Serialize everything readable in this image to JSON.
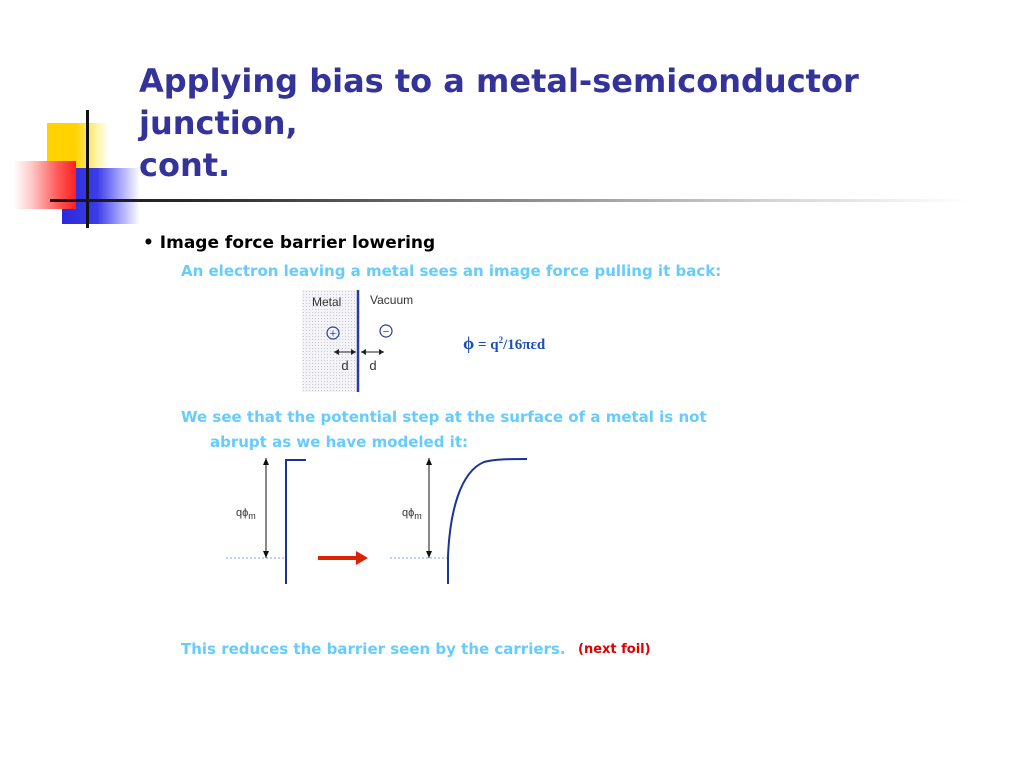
{
  "slide": {
    "title_line1": "Applying bias to a metal-semiconductor junction,",
    "title_line2": "cont.",
    "bullet_marker": "•",
    "bullet_text": "Image force barrier lowering",
    "line1": "An electron leaving a metal sees an image force pulling it back:",
    "line2a": "We see that the potential step at the surface of a metal is not",
    "line2b": "abrupt as we have modeled it:",
    "line3": "This reduces the barrier seen by the carriers.",
    "next_foil": "(next foil)"
  },
  "figure1": {
    "metal_label": "Metal",
    "vacuum_label": "Vacuum",
    "plus_symbol": "+",
    "minus_symbol": "−",
    "d_left": "d",
    "d_right": "d",
    "formula_phi": "ϕ",
    "formula_rest": " = q",
    "formula_sup": "2",
    "formula_tail": "/16πε",
    "formula_end": "d"
  },
  "figure2": {
    "left_label": "qϕ",
    "left_sub": "m",
    "right_label": "qϕ",
    "right_sub": "m"
  },
  "colors": {
    "title": "#333399",
    "subtext": "#66ccff",
    "highlight": "#e00000",
    "line_blue": "#1a3399",
    "arrow_red": "#dd2200"
  }
}
